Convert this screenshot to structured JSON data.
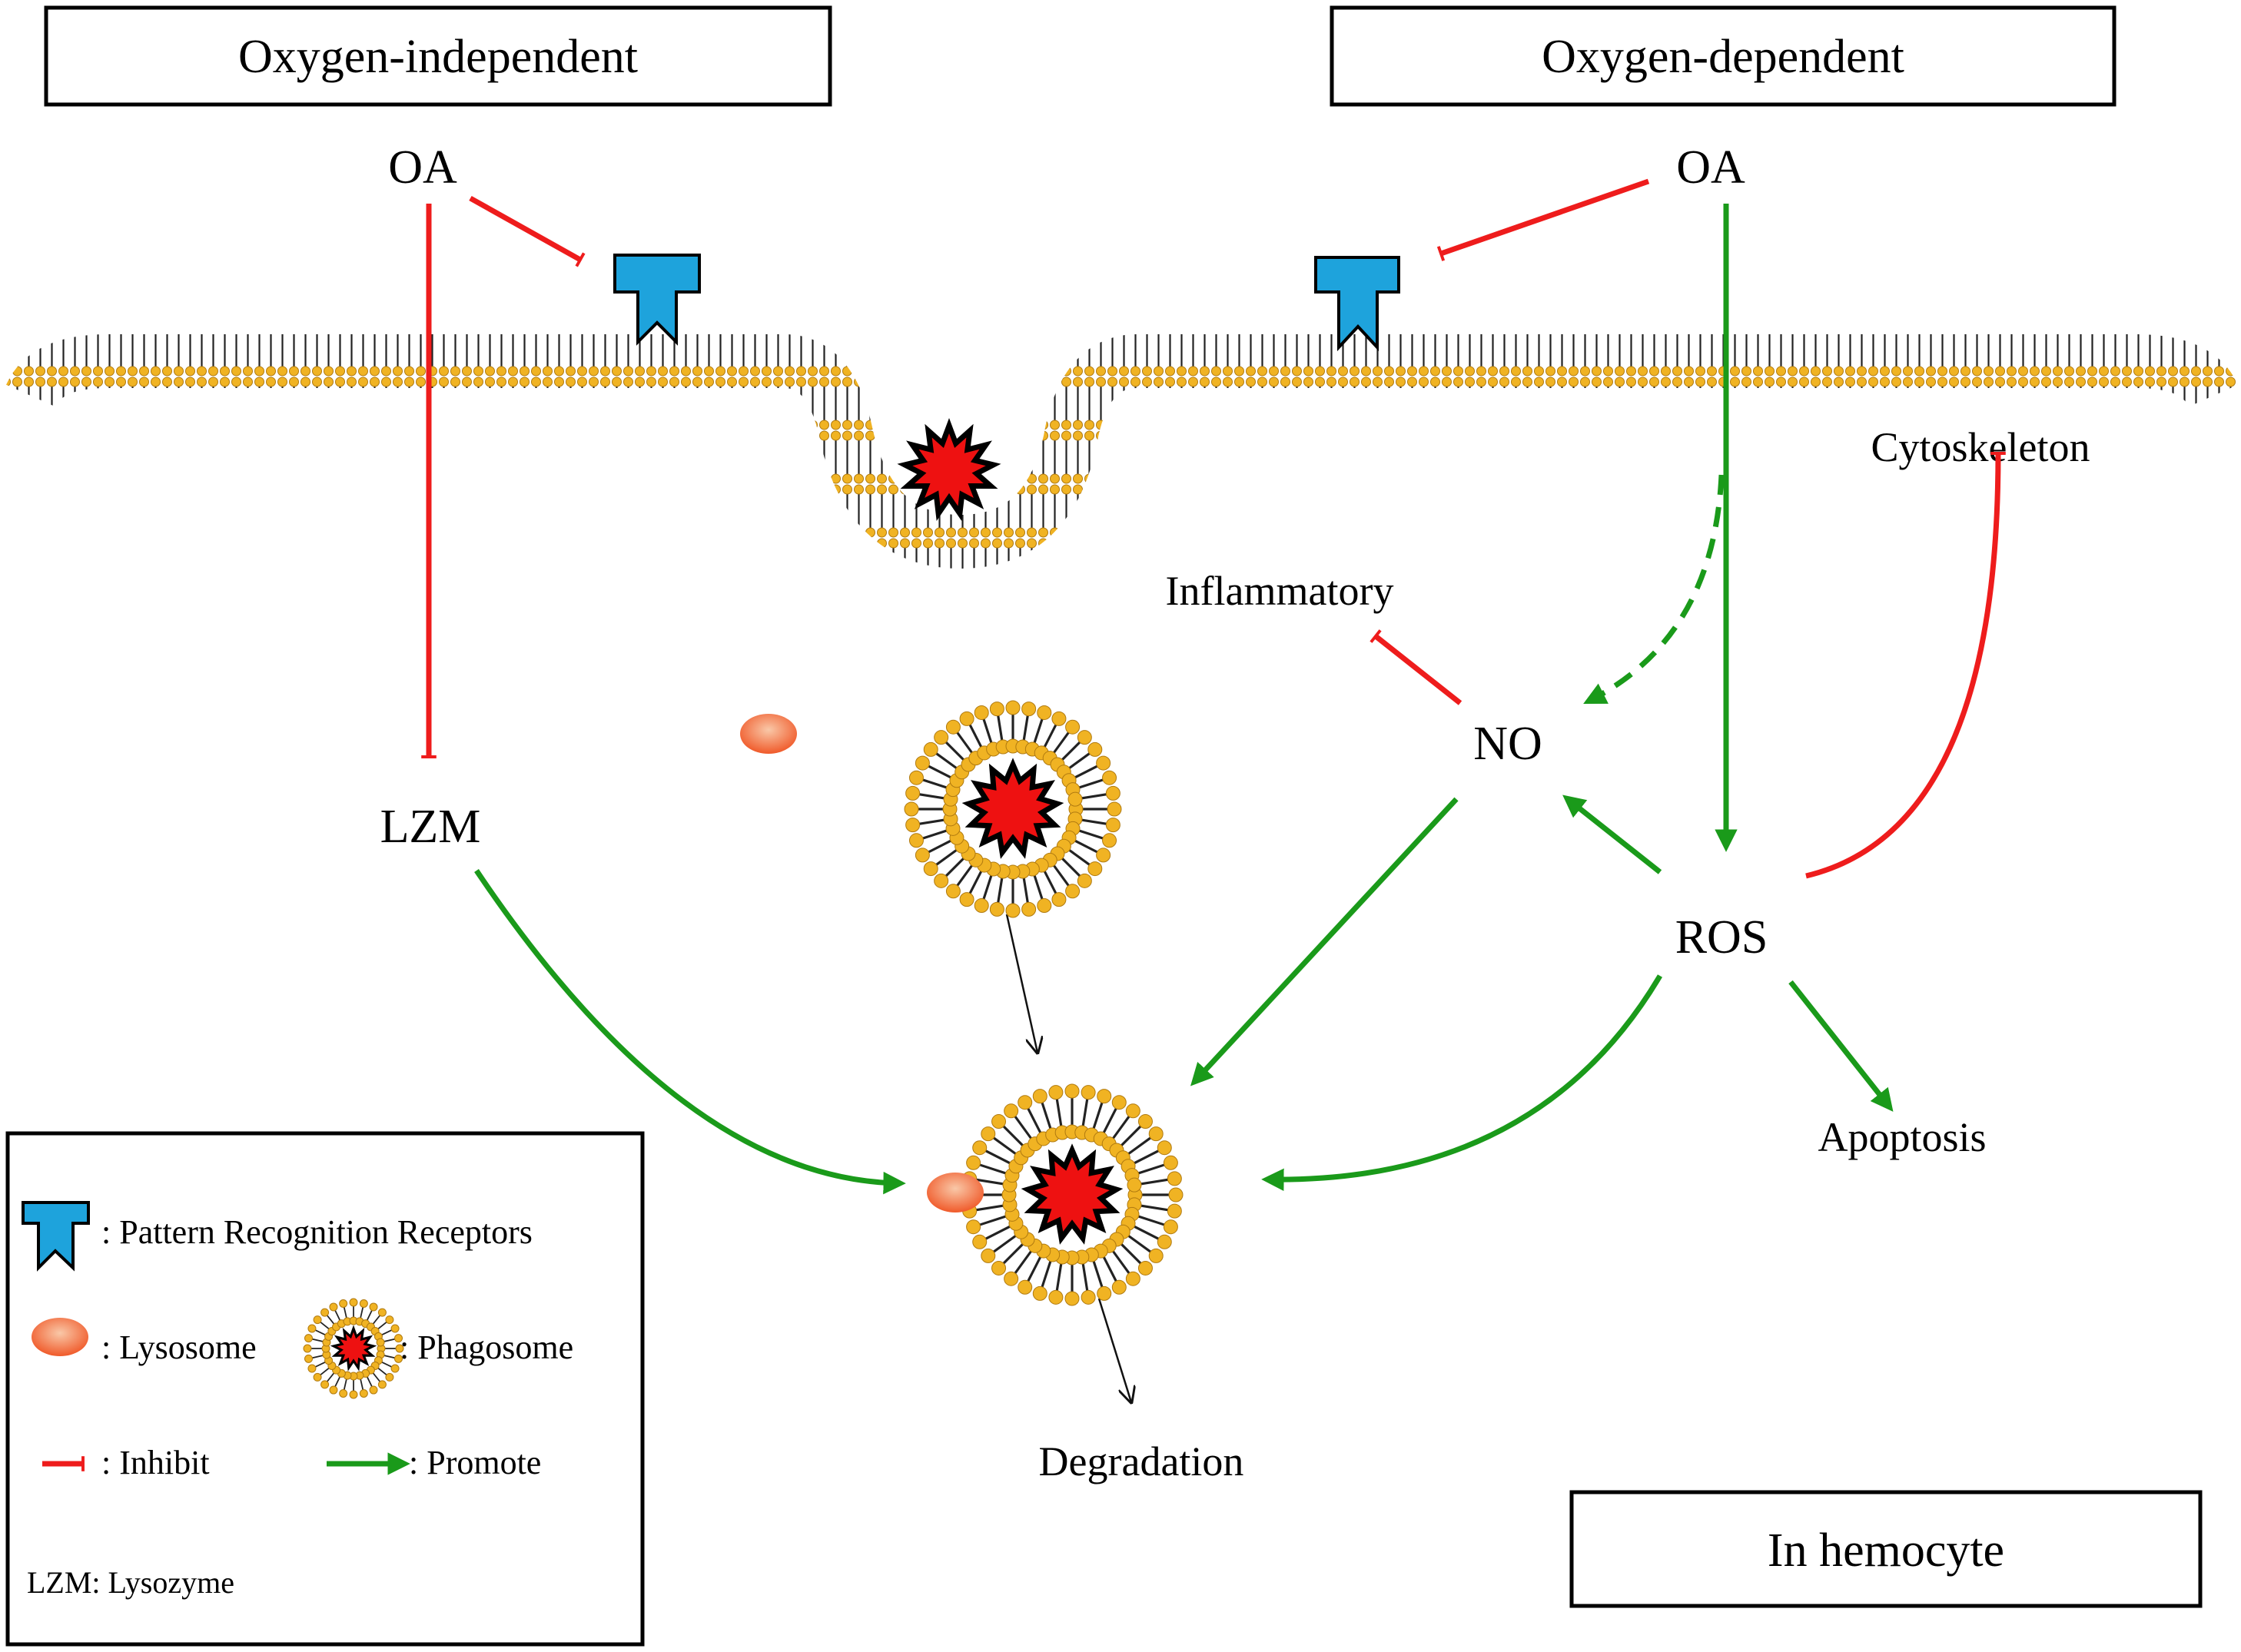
{
  "headers": {
    "left": "Oxygen-independent",
    "right": "Oxygen-dependent",
    "context": "In hemocyte"
  },
  "nodes": {
    "oa_left": "OA",
    "oa_right": "OA",
    "lzm": "LZM",
    "no": "NO",
    "ros": "ROS",
    "inflammatory": "Inflammatory",
    "cytoskeleton": "Cytoskeleton",
    "apoptosis": "Apoptosis",
    "degradation": "Degradation"
  },
  "legend": {
    "prr": ":  Pattern  Recognition  Receptors",
    "lysosome": ":  Lysosome",
    "phagosome": ": Phagosome",
    "inhibit": ":  Inhibit",
    "promote": ": Promote",
    "lzm": "LZM:  Lysozyme"
  },
  "colors": {
    "inhibit": "#ee1c1c",
    "promote": "#1a9a1a",
    "receptor": "#1ea3dc",
    "lipid_head": "#f0b323",
    "pathogen": "#ee1111",
    "lysosome": "#f26b3a"
  }
}
